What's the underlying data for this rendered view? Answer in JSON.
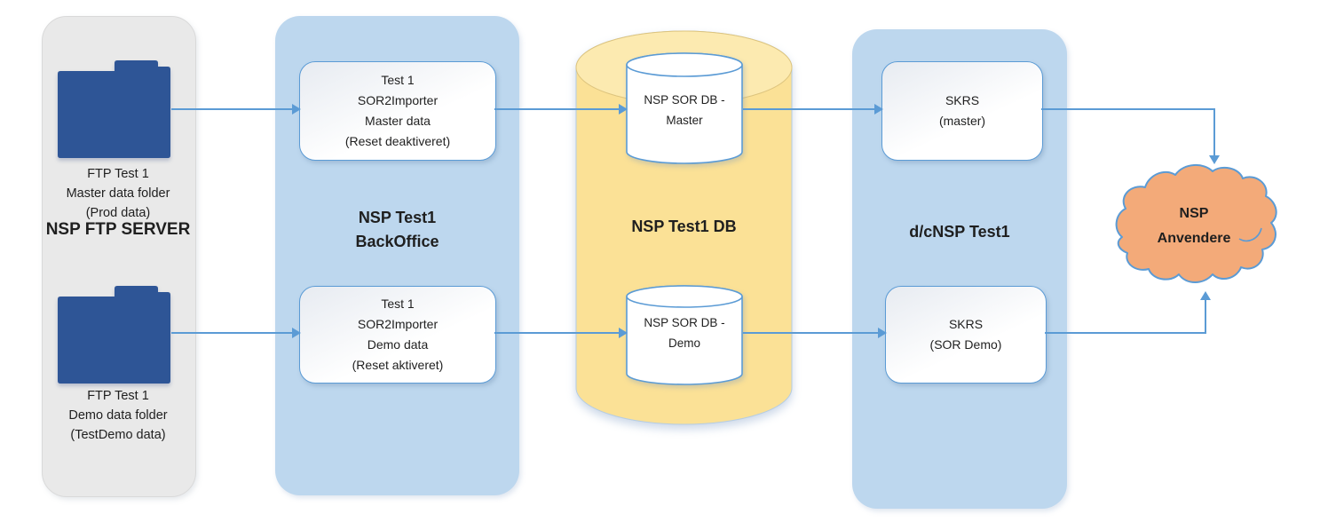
{
  "diagram": {
    "colors": {
      "panel_gray": "#e9e9e9",
      "panel_blue": "#bdd7ee",
      "db_yellow": "#fbe196",
      "db_yellow_top": "#fceab0",
      "folder_blue": "#2e5596",
      "cloud_orange": "#f3aa79",
      "arrow_blue": "#5b9bd5"
    },
    "ftp_panel": {
      "title": "NSP FTP SERVER",
      "master_folder": {
        "lines": [
          "FTP Test 1",
          "Master data folder",
          "(Prod data)"
        ]
      },
      "demo_folder": {
        "lines": [
          "FTP Test 1",
          "Demo data folder",
          "(TestDemo data)"
        ]
      }
    },
    "backoffice_panel": {
      "title_lines": [
        "NSP Test1",
        "BackOffice"
      ],
      "master_box": {
        "lines": [
          "Test 1",
          "SOR2Importer",
          "Master data",
          "(Reset deaktiveret)"
        ]
      },
      "demo_box": {
        "lines": [
          "Test 1",
          "SOR2Importer",
          "Demo data",
          "(Reset aktiveret)"
        ]
      }
    },
    "db_group": {
      "title": "NSP Test1 DB",
      "master_db": {
        "lines": [
          "NSP SOR DB -",
          "Master"
        ]
      },
      "demo_db": {
        "lines": [
          "NSP SOR DB -",
          "Demo"
        ]
      }
    },
    "dcnsp_panel": {
      "title": "d/cNSP Test1",
      "master_box": {
        "lines": [
          "SKRS",
          "(master)"
        ]
      },
      "demo_box": {
        "lines": [
          "SKRS",
          "(SOR Demo)"
        ]
      }
    },
    "cloud": {
      "lines": [
        "NSP",
        "Anvendere"
      ]
    }
  }
}
